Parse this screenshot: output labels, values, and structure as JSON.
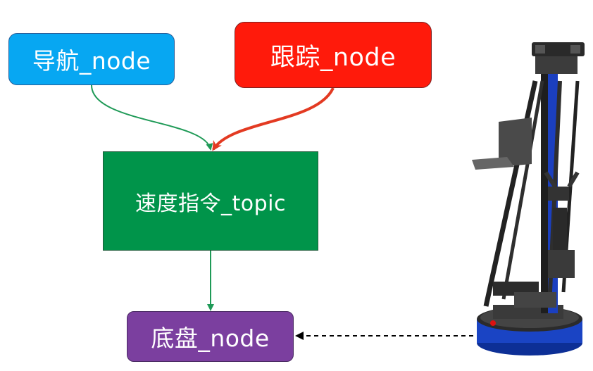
{
  "nodes": {
    "navigation": {
      "label": "导航_node",
      "color": "#07a7f2"
    },
    "tracking": {
      "label": "跟踪_node",
      "color": "#ff1a0b"
    },
    "velocity_topic": {
      "label": "速度指令_topic",
      "color": "#00944a"
    },
    "chassis": {
      "label": "底盘_node",
      "color": "#7b3f9f"
    }
  },
  "edges": [
    {
      "from": "navigation",
      "to": "velocity_topic",
      "style": "solid",
      "color": "#1f9a57"
    },
    {
      "from": "tracking",
      "to": "velocity_topic",
      "style": "solid",
      "color": "#e33a22"
    },
    {
      "from": "velocity_topic",
      "to": "chassis",
      "style": "solid",
      "color": "#1f9a57"
    },
    {
      "from": "robot-image",
      "to": "chassis",
      "style": "dashed",
      "color": "#000000"
    }
  ],
  "images": {
    "robot": "mobile robot with chassis, vertical column and gripper arm"
  }
}
